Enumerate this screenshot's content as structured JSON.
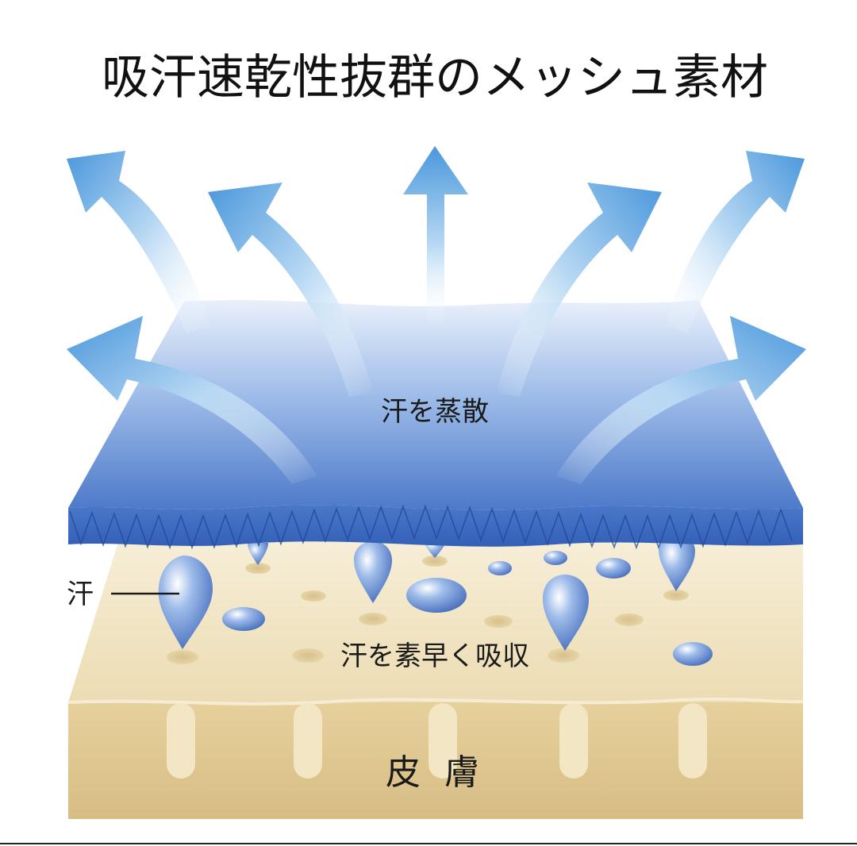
{
  "title": "吸汗速乾性抜群のメッシュ素材",
  "labels": {
    "evaporate": "汗を蒸散",
    "sweat": "汗",
    "absorb": "汗を素早く吸収",
    "skin": "皮膚"
  },
  "colors": {
    "fabric_top": "#e6eefa",
    "fabric_mid": "#8fb1e6",
    "fabric_bottom": "#4a76c8",
    "fabric_edge": "#3c6bc0",
    "arrow": "#4a97dc",
    "skin_top": "#f3e7c8",
    "skin_side": "#dcc38d",
    "drop": "#5a82c8"
  }
}
